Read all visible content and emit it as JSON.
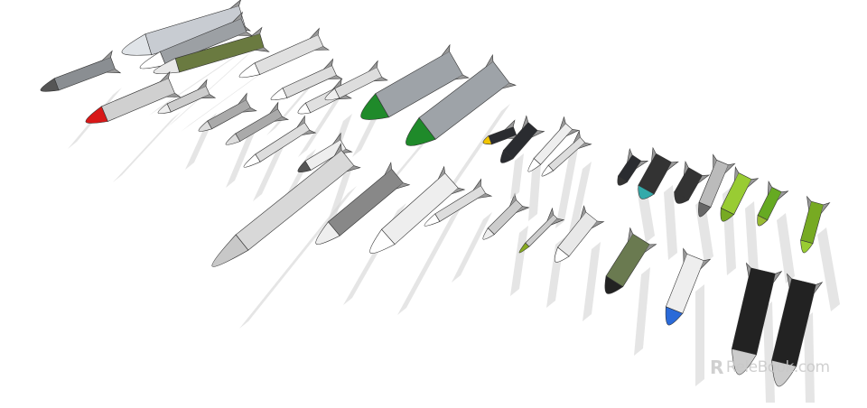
{
  "image": {
    "subject": "missile-and-bomb-model-collection",
    "colors": {
      "background": "#ffffff",
      "shadow": "#d4d4d4",
      "body_gray": "#b8bcc0",
      "green_nose": "#1f8a2a",
      "red_nose": "#d81818",
      "olive": "#7a9a2a",
      "dark": "#2a2c30"
    }
  },
  "watermark": {
    "logo": "R",
    "text": "ReleBook.com"
  }
}
